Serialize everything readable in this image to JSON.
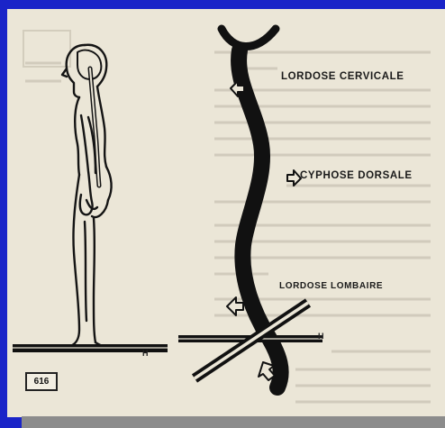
{
  "labels": {
    "cervicale": "LORDOSE CERVICALE",
    "dorsale": "CYPHOSE DORSALE",
    "lombaire": "LORDOSE LOMBAIRE"
  },
  "horizon_marks": {
    "left": "H",
    "right": "H"
  },
  "figure_number": "616",
  "colors": {
    "frame": "#1a24c8",
    "paper": "#ebe6d7",
    "ink": "#111111",
    "footer_bar": "#8c8c8c"
  }
}
